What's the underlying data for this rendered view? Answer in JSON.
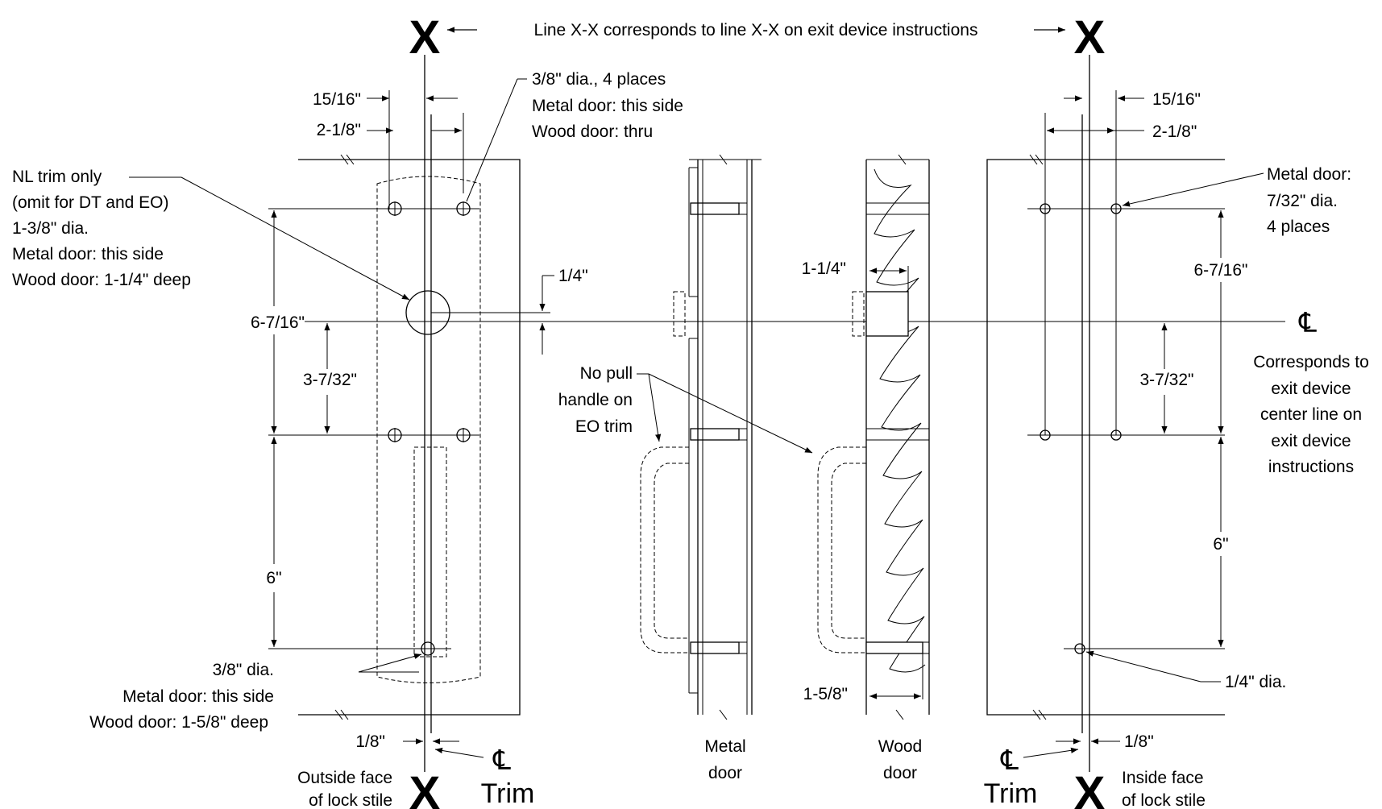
{
  "section_mark": "X",
  "header_note": "Line X-X corresponds to line X-X on exit device instructions",
  "centerline_symbol": "℄",
  "trim_word": "Trim",
  "left": {
    "dim_15_16": "15/16\"",
    "dim_2_1_8": "2-1/8\"",
    "hole_note": [
      "3/8\" dia., 4 places",
      "Metal door: this side",
      "Wood door: thru"
    ],
    "nl_note": [
      "NL trim only",
      "(omit for DT and EO)",
      "1-3/8\" dia.",
      "Metal door: this side",
      "Wood door: 1-1/4\" deep"
    ],
    "dim_6_7_16": "6-7/16\"",
    "dim_3_7_32": "3-7/32\"",
    "dim_6": "6\"",
    "dim_1_4": "1/4\"",
    "bottom_hole_note": [
      "3/8\" dia.",
      "Metal door: this side",
      "Wood door: 1-5/8\" deep"
    ],
    "dim_1_8": "1/8\"",
    "caption": [
      "Outside face",
      "of lock stile"
    ]
  },
  "middle": {
    "no_pull_note": [
      "No pull",
      "handle on",
      "EO trim"
    ],
    "metal_caption": [
      "Metal",
      "door"
    ],
    "wood_caption": [
      "Wood",
      "door"
    ],
    "dim_1_1_4": "1-1/4\"",
    "dim_1_5_8": "1-5/8\""
  },
  "right": {
    "dim_15_16": "15/16\"",
    "dim_2_1_8": "2-1/8\"",
    "hole_note": [
      "Metal door:",
      "7/32\" dia.",
      "4 places"
    ],
    "dim_6_7_16": "6-7/16\"",
    "centerline_note": [
      "Corresponds to",
      "exit device",
      "center line on",
      "exit device",
      "instructions"
    ],
    "dim_3_7_32": "3-7/32\"",
    "dim_6": "6\"",
    "bottom_hole_note": "1/4\" dia.",
    "dim_1_8": "1/8\"",
    "caption": [
      "Inside face",
      "of lock stile"
    ]
  }
}
